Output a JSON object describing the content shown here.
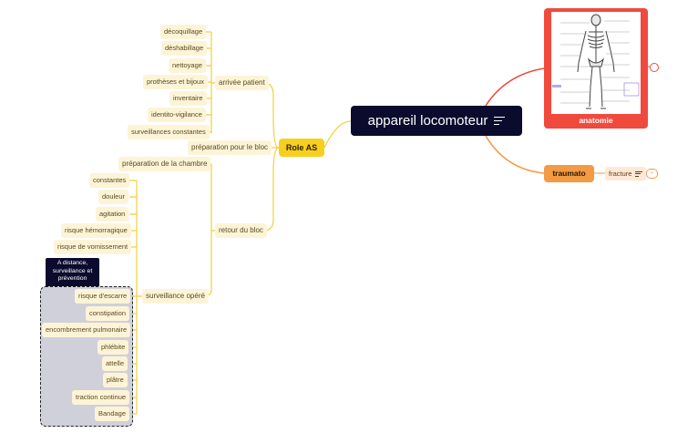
{
  "central": {
    "label": "appareil locomoteur",
    "icon": "notes-icon"
  },
  "role": {
    "label": "Role AS"
  },
  "branches": {
    "arrivee": "arrivée patient",
    "preparation_bloc": "préparation pour le bloc",
    "retour": "retour du bloc",
    "preparation_chambre": "préparation de la chambre",
    "surveillance": "surveillance opéré"
  },
  "arrivee_items": [
    "décoquillage",
    "déshabillage",
    "nettoyage",
    "prothèses et bijoux",
    "inventaire",
    "identito-vigilance",
    "surveillances constantes"
  ],
  "surveillance_items": [
    "constantes",
    "douleur",
    "agitation",
    "risque hémorragique",
    "risque de vomissement"
  ],
  "boundary": {
    "title": "A distance, surveillance  et prévention",
    "items": [
      "risque d'escarre",
      "constipation",
      "encombrement pulmonaire",
      "phlébite",
      "attelle",
      "plâtre",
      "traction continue",
      "Bandage"
    ]
  },
  "anatomie": {
    "label": "anatomie",
    "image": "skeleton-anatomy-image"
  },
  "traumato": {
    "label": "traumato",
    "child": "fracture",
    "badge": "+"
  },
  "colors": {
    "central": "#0b0b2e",
    "role": "#f7cf1e",
    "anatomie": "#f04a3e",
    "traumato": "#f39a44",
    "branch_line": "#f2cf3a",
    "boundary_bg": "#cfd0da"
  }
}
